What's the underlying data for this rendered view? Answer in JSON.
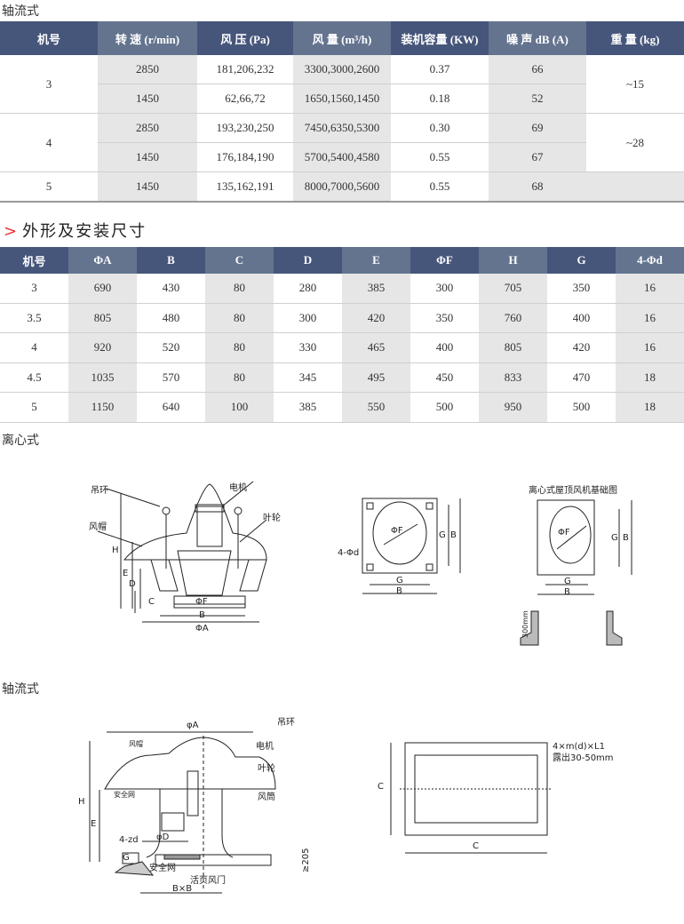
{
  "section1_title": "轴流式",
  "table1": {
    "headers": [
      "机号",
      "转 速 (r/min)",
      "风 压 (Pa)",
      "风 量 (m³/h)",
      "装机容量 (KW)",
      "噪 声 dB (A)",
      "重 量 (kg)"
    ],
    "groups": [
      {
        "model": "3",
        "weight": "~15",
        "rows": [
          [
            "2850",
            "181,206,232",
            "3300,3000,2600",
            "0.37",
            "66"
          ],
          [
            "1450",
            "62,66,72",
            "1650,1560,1450",
            "0.18",
            "52"
          ]
        ]
      },
      {
        "model": "4",
        "weight": "~28",
        "rows": [
          [
            "2850",
            "193,230,250",
            "7450,6350,5300",
            "0.30",
            "69"
          ],
          [
            "1450",
            "176,184,190",
            "5700,5400,4580",
            "0.55",
            "67"
          ]
        ]
      },
      {
        "model": "5",
        "weight": "",
        "rows": [
          [
            "1450",
            "135,162,191",
            "8000,7000,5600",
            "0.55",
            "68"
          ]
        ]
      }
    ]
  },
  "section2": {
    "arrow": ">",
    "title": "外形及安装尺寸"
  },
  "table2": {
    "headers": [
      "机号",
      "ΦA",
      "B",
      "C",
      "D",
      "E",
      "ΦF",
      "H",
      "G",
      "4-Φd"
    ],
    "rows": [
      [
        "3",
        "690",
        "430",
        "80",
        "280",
        "385",
        "300",
        "705",
        "350",
        "16"
      ],
      [
        "3.5",
        "805",
        "480",
        "80",
        "300",
        "420",
        "350",
        "760",
        "400",
        "16"
      ],
      [
        "4",
        "920",
        "520",
        "80",
        "330",
        "465",
        "400",
        "805",
        "420",
        "16"
      ],
      [
        "4.5",
        "1035",
        "570",
        "80",
        "345",
        "495",
        "450",
        "833",
        "470",
        "18"
      ],
      [
        "5",
        "1150",
        "640",
        "100",
        "385",
        "550",
        "500",
        "950",
        "500",
        "18"
      ]
    ]
  },
  "section3_title": "离心式",
  "diagram1": {
    "labels": {
      "hook": "吊环",
      "motor": "电机",
      "cap": "风帽",
      "impeller": "叶轮",
      "H": "H",
      "E": "E",
      "D": "D",
      "C": "C",
      "F": "ΦF",
      "B": "B",
      "A": "ΦA"
    },
    "plate_labels": {
      "F": "ΦF",
      "G": "G",
      "B": "B",
      "hole": "4-Φd",
      "G2": "G",
      "B2": "B"
    },
    "base_title": "离心式屋顶风机基础图",
    "base_labels": {
      "F": "ΦF",
      "G": "G",
      "B": "B",
      "G2": "G",
      "B2": "B",
      "h": "300mm"
    }
  },
  "section4_title": "轴流式",
  "diagram2": {
    "labels": {
      "A": "φA",
      "hook": "吊环",
      "cap": "风帽",
      "motor": "电机",
      "impeller": "叶轮",
      "net": "安全网",
      "duct": "风筒",
      "H": "H",
      "E": "E",
      "D": "φD",
      "zd": "4-zd",
      "G": "G",
      "net2": "安全网",
      "damper": "活页风门",
      "BB": "B×B",
      "h205": "≥205"
    },
    "plate": {
      "C": "C",
      "C2": "C",
      "bolt": "4×m(d)×L1",
      "expose": "露出30-50mm"
    }
  }
}
